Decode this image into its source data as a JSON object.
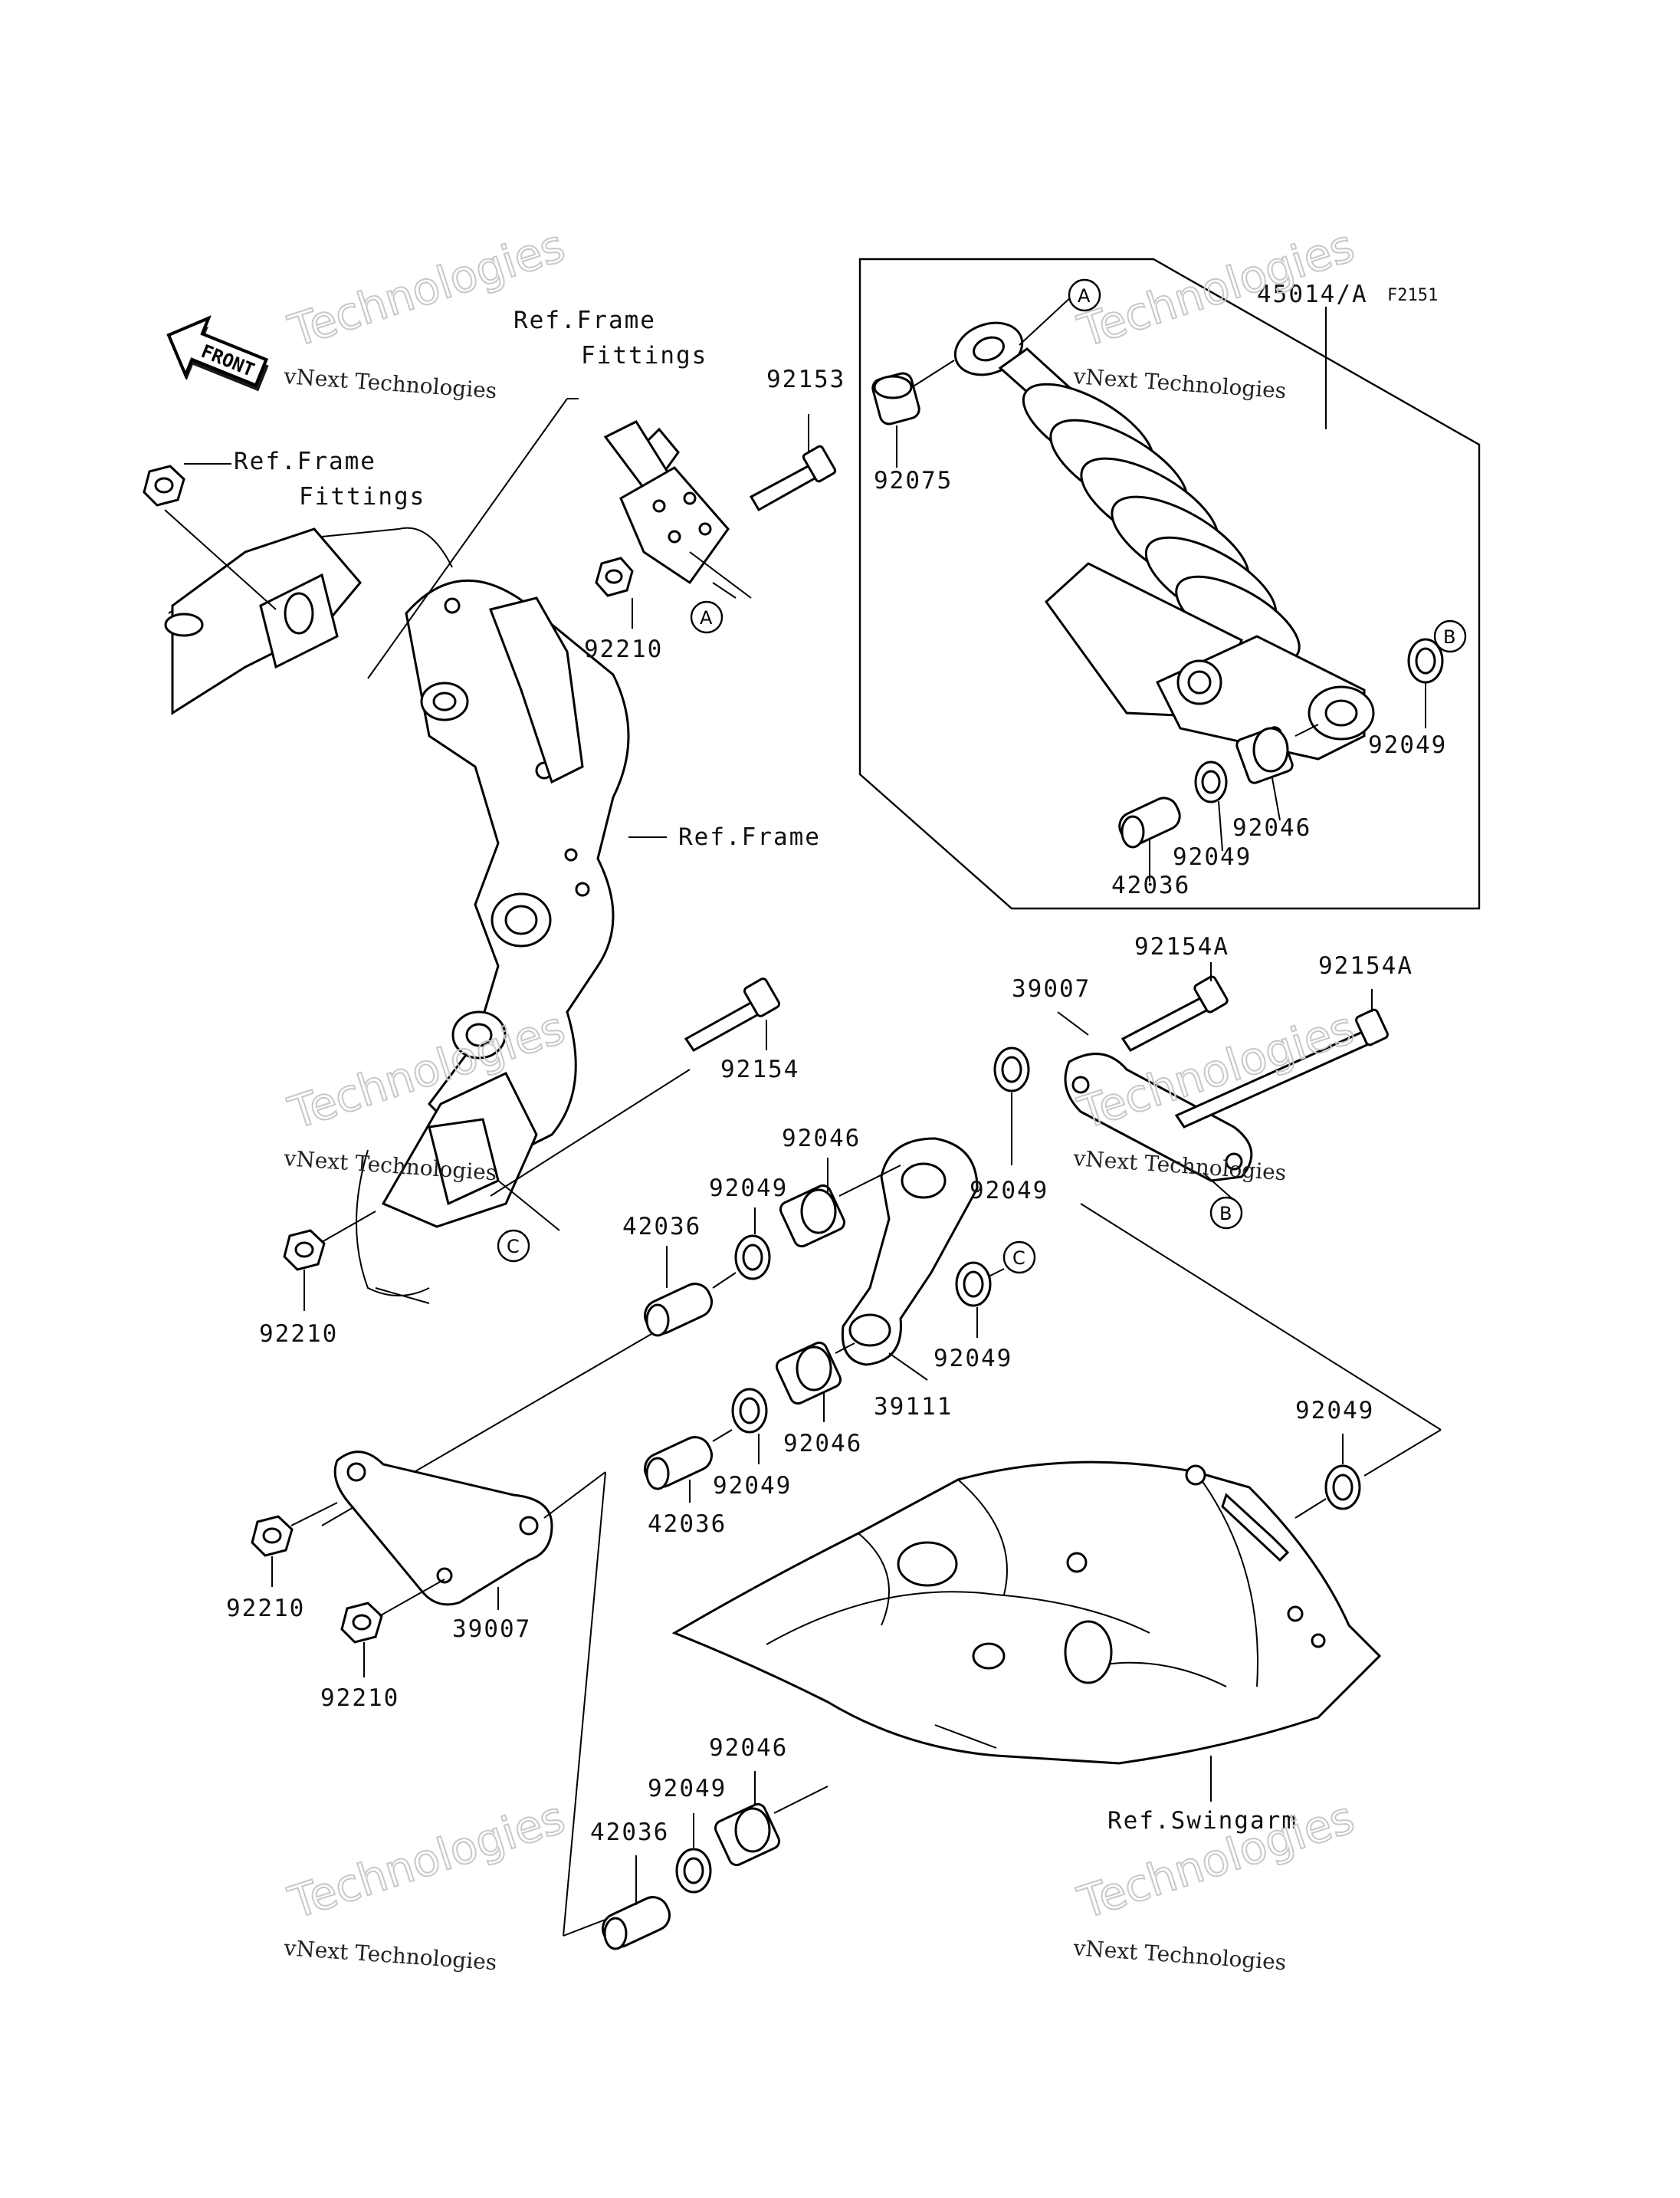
{
  "figure_code": "F2151",
  "front_arrow": "FRONT",
  "watermark": {
    "line1": "vNext Technologies",
    "line2": "Technologies"
  },
  "labels": {
    "ref_frame_fittings_top": "Ref.Frame",
    "ref_frame_fittings_top_2": "Fittings",
    "ref_frame_fittings_left": "Ref.Frame",
    "ref_frame_fittings_left_2": "Fittings",
    "ref_frame": "Ref.Frame",
    "ref_swingarm": "Ref.Swingarm"
  },
  "part_numbers": {
    "p45014A": "45014/A",
    "p92075": "92075",
    "p92153": "92153",
    "p92210_top": "92210",
    "p92049_shock_r": "92049",
    "p92046_shock": "92046",
    "p92049_shock_b": "92049",
    "p42036_shock": "42036",
    "p92154A_1": "92154A",
    "p92154A_2": "92154A",
    "p39007_top": "39007",
    "p92154": "92154",
    "p92046_mid": "92046",
    "p92049_mid_l": "92049",
    "p92049_mid_r": "92049",
    "p42036_mid": "42036",
    "p92210_left": "92210",
    "p92049_c": "92049",
    "p39111": "39111",
    "p92046_low": "92046",
    "p92049_low": "92049",
    "p42036_low": "42036",
    "p92049_swing": "92049",
    "p92210_b1": "92210",
    "p39007_bottom": "39007",
    "p92210_b2": "92210",
    "p92046_bottom": "92046",
    "p92049_bottom": "92049",
    "p42036_bottom": "42036"
  },
  "callouts": {
    "a": "A",
    "b": "B",
    "c": "C"
  }
}
